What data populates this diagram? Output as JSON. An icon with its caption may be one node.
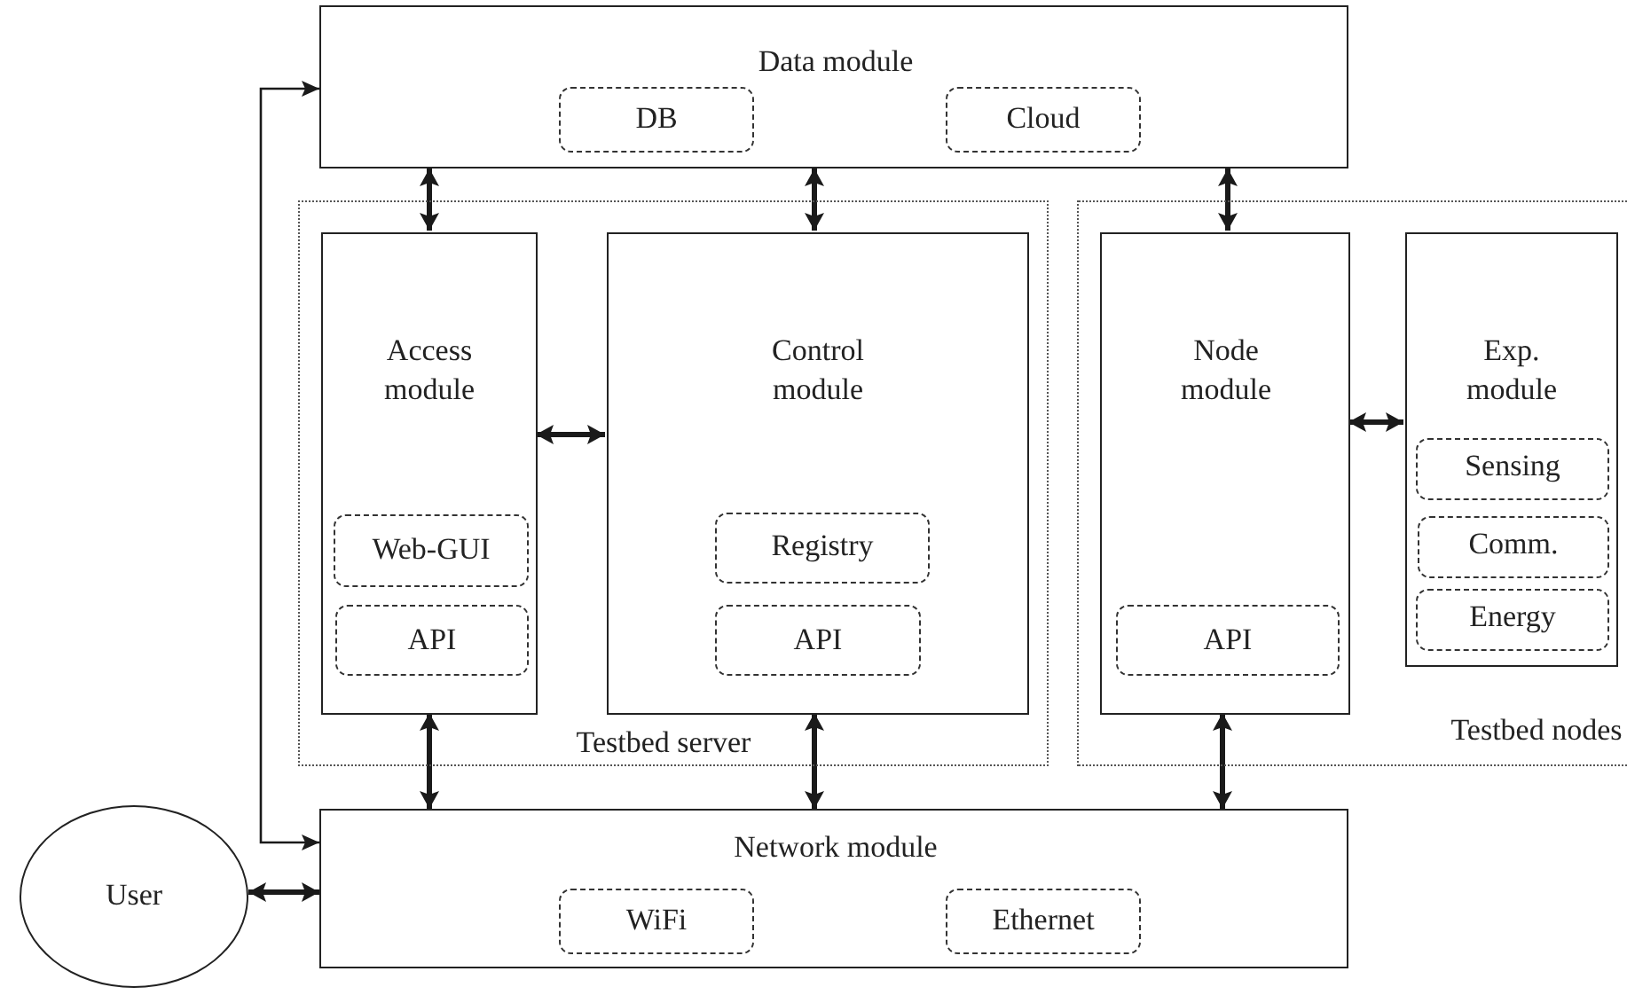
{
  "diagram": {
    "nodes": [
      {
        "text": [
          "Data module"
        ]
      },
      {
        "text": [
          "DB"
        ],
        "in": 0
      },
      {
        "text": [
          "Cloud"
        ],
        "in": 0
      },
      {
        "text": [
          "Testbed server"
        ]
      },
      {
        "text": [
          "Access module"
        ],
        "in": 3
      },
      {
        "text": [
          "Web-GUI"
        ],
        "in": 4
      },
      {
        "text": [
          "API"
        ],
        "in": 4
      },
      {
        "text": [
          "Control module"
        ],
        "in": 3
      },
      {
        "text": [
          "Registry"
        ],
        "in": 7
      },
      {
        "text": [
          "API"
        ],
        "in": 7
      },
      {
        "text": [
          "Testbed nodes"
        ]
      },
      {
        "text": [
          "Node module"
        ],
        "in": 10
      },
      {
        "text": [
          "API"
        ],
        "in": 11
      },
      {
        "text": [
          "Exp. module"
        ],
        "in": 10
      },
      {
        "text": [
          "Sensing"
        ],
        "in": 13
      },
      {
        "text": [
          "Comm."
        ],
        "in": 13
      },
      {
        "text": [
          "Energy"
        ],
        "in": 13
      },
      {
        "text": [
          "Network module"
        ]
      },
      {
        "text": [
          "WiFi"
        ],
        "in": 17
      },
      {
        "text": [
          "Ethernet"
        ],
        "in": 17
      },
      {
        "text": [
          "User"
        ]
      }
    ],
    "edges": [
      {
        "from": 0,
        "to": 4,
        "arrow": "both"
      },
      {
        "from": 0,
        "to": 7,
        "arrow": "both"
      },
      {
        "from": 0,
        "to": 11,
        "arrow": "both"
      },
      {
        "from": 4,
        "to": 7,
        "arrow": "both"
      },
      {
        "from": 11,
        "to": 13,
        "arrow": "both"
      },
      {
        "from": 4,
        "to": 17,
        "arrow": "both"
      },
      {
        "from": 7,
        "to": 17,
        "arrow": "both"
      },
      {
        "from": 11,
        "to": 17,
        "arrow": "both"
      },
      {
        "from": 20,
        "to": 17,
        "arrow": "both"
      },
      {
        "from": 0,
        "to": 17,
        "arrow": "both"
      }
    ]
  }
}
